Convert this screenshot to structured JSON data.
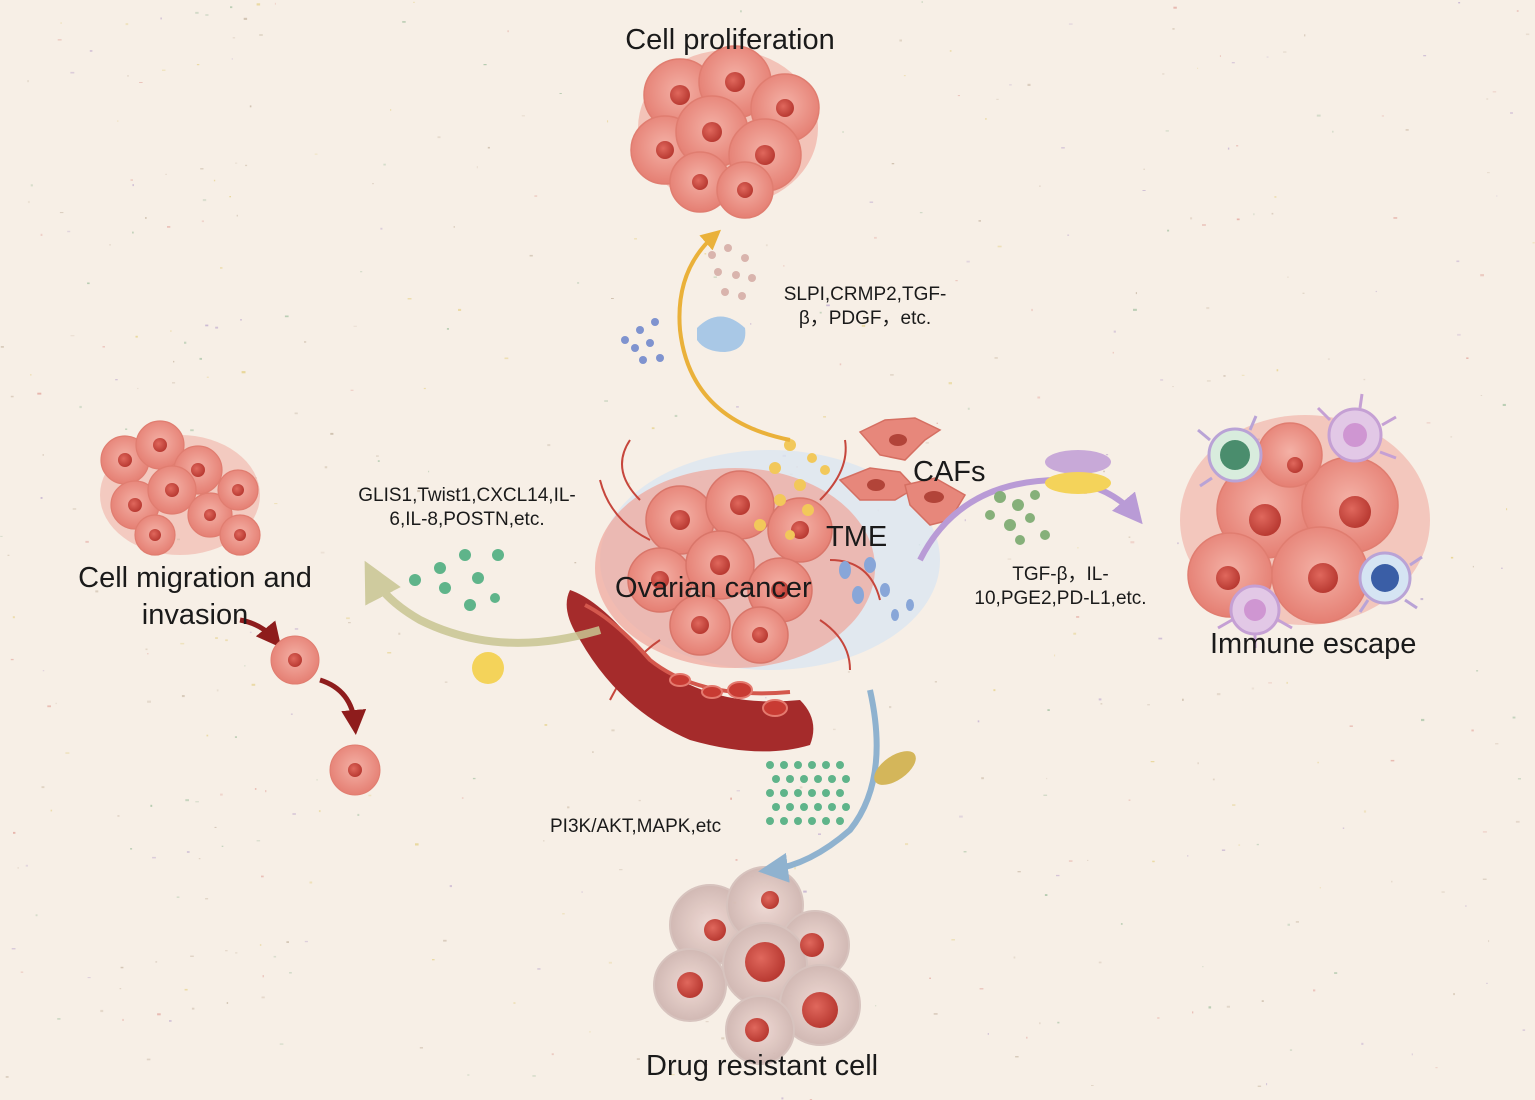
{
  "labels": {
    "cell_proliferation": "Cell proliferation",
    "cell_migration": "Cell migration and\ninvasion",
    "immune_escape": "Immune escape",
    "drug_resistant": "Drug resistant cell",
    "ovarian_cancer": "Ovarian cancer",
    "tme": "TME",
    "cafs": "CAFs"
  },
  "factors": {
    "proliferation": "SLPI,CRMP2,TGF-\nβ，PDGF，etc.",
    "migration": "GLIS1,Twist1,CXCL14,IL-\n6,IL-8,POSTN,etc.",
    "immune": "TGF-β，IL-\n10,PGE2,PD-L1,etc.",
    "drug": "PI3K/AKT,MAPK,etc"
  },
  "colors": {
    "background": "#f7efe6",
    "tumor_cell": "#e98a7e",
    "nucleus": "#c8453b",
    "vessel": "#a52b2b",
    "arrow_proliferation": "#eab13a",
    "arrow_migration": "#c9c592",
    "arrow_immune": "#b99bd6",
    "arrow_drug": "#8fb2cf",
    "arrow_migration_path": "#8e1c1c",
    "caf": "#e7877b",
    "secreted_green": "#5fb48a",
    "secreted_blue": "#7f93cf"
  }
}
